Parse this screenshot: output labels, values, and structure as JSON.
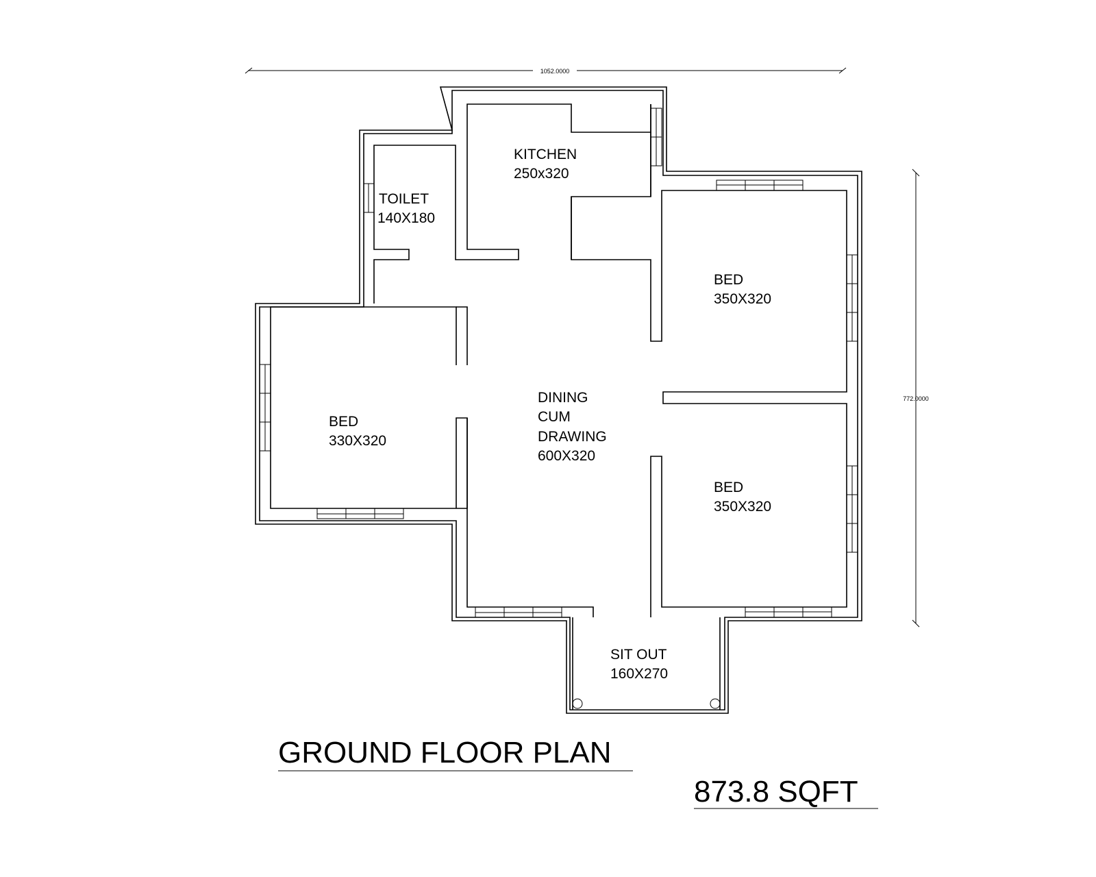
{
  "dimensions": {
    "width_label": "1052.0000",
    "height_label": "772.0000"
  },
  "rooms": [
    {
      "name": "KITCHEN",
      "size": "250x320"
    },
    {
      "name": "TOILET",
      "size": "140X180"
    },
    {
      "name": "BED",
      "size": "350X320"
    },
    {
      "name": "BED",
      "size": "330X320"
    },
    {
      "name": "DINING",
      "name2": "CUM",
      "name3": "DRAWING",
      "size": "600X320"
    },
    {
      "name": "BED",
      "size": "350X320"
    },
    {
      "name": "SIT OUT",
      "size": "160X270"
    }
  ],
  "title": "GROUND FLOOR PLAN",
  "area": "873.8  SQFT"
}
